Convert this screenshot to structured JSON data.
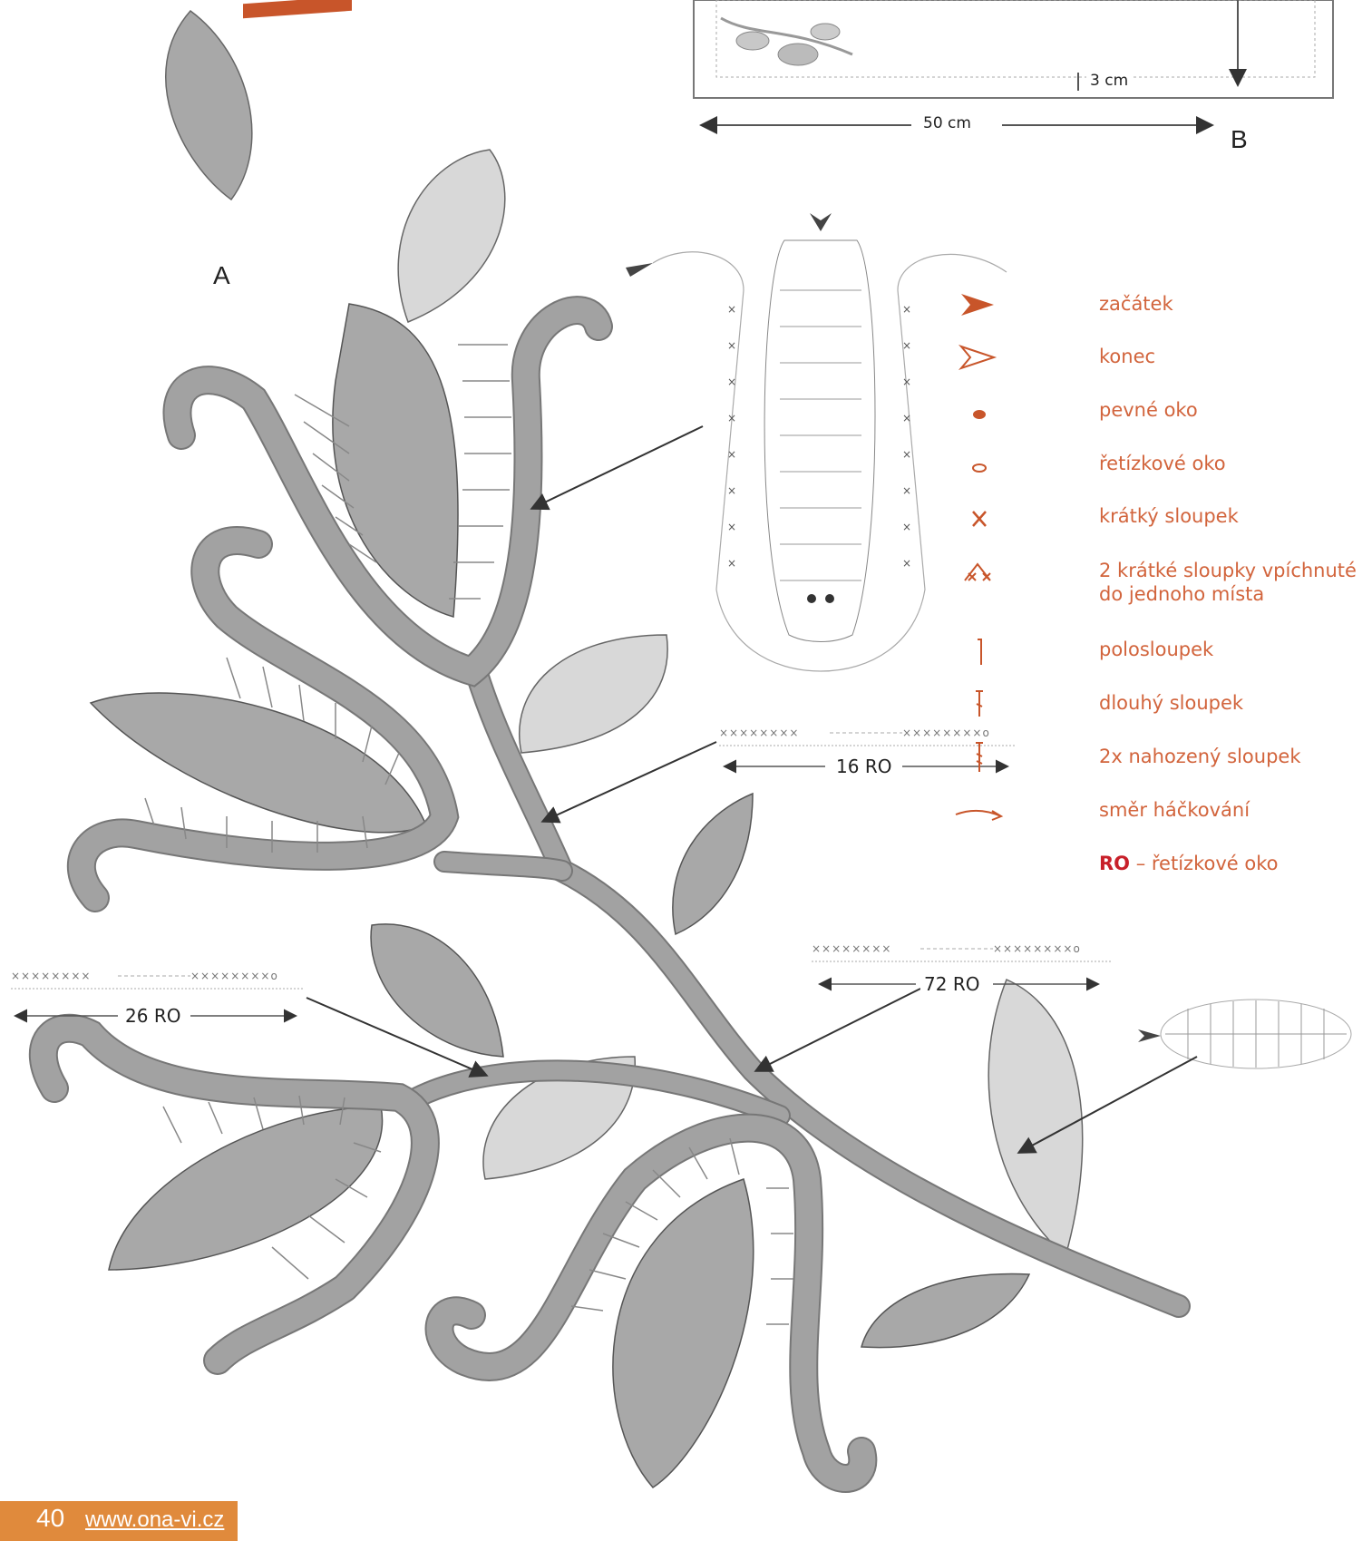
{
  "labels": {
    "figure_a": "A",
    "figure_b": "B"
  },
  "dimensions": {
    "border": "3 cm",
    "width": "50 cm",
    "chain_16": "16",
    "chain_26": "26",
    "chain_72": "72",
    "ro": "RO"
  },
  "legend": [
    {
      "icon": "filled-arrow-icon",
      "text": "začátek"
    },
    {
      "icon": "outline-arrow-icon",
      "text": "konec"
    },
    {
      "icon": "filled-dot-icon",
      "text": "pevné oko"
    },
    {
      "icon": "oval-icon",
      "text": "řetízkové oko"
    },
    {
      "icon": "x-icon",
      "text": "krátký sloupek"
    },
    {
      "icon": "double-x-icon",
      "text": "2 krátké sloupky vpíchnuté do jednoho místa"
    },
    {
      "icon": "vertical-bar-icon",
      "text": "polosloupek"
    },
    {
      "icon": "tall-stitch-icon",
      "text": "dlouhý sloupek"
    },
    {
      "icon": "double-treble-icon",
      "text": "2x nahozený sloupek"
    },
    {
      "icon": "direction-arrow-icon",
      "text": "směr háčkování"
    }
  ],
  "legend_ro": {
    "abbr": "RO",
    "text": " – řetízkové oko"
  },
  "footer": {
    "page": "40",
    "url": "www.ona-vi.cz"
  },
  "colors": {
    "accent": "#d2643c",
    "leaf_dark": "#a8a8a8",
    "leaf_light": "#d6d6d6",
    "stem": "#a0a0a0",
    "footer": "#e08a3c"
  }
}
